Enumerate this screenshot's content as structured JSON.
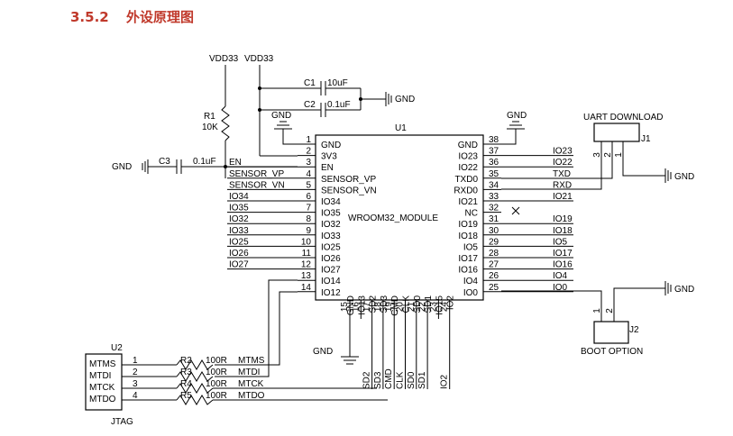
{
  "section": {
    "number": "3.5.2",
    "title": "外设原理图"
  },
  "power": {
    "vdd_left": "VDD33",
    "vdd_right": "VDD33",
    "gnd": "GND"
  },
  "passives": {
    "r1": {
      "ref": "R1",
      "value": "10K"
    },
    "c1": {
      "ref": "C1",
      "value": "10uF"
    },
    "c2": {
      "ref": "C2",
      "value": "0.1uF"
    },
    "c3": {
      "ref": "C3",
      "value": "0.1uF"
    }
  },
  "u1": {
    "ref": "U1",
    "name": "WROOM32_MODULE",
    "left_pins": [
      {
        "num": "1",
        "name": "GND",
        "net": ""
      },
      {
        "num": "2",
        "name": "3V3",
        "net": ""
      },
      {
        "num": "3",
        "name": "EN",
        "net": "EN"
      },
      {
        "num": "4",
        "name": "SENSOR_VP",
        "net": "SENSOR_VP"
      },
      {
        "num": "5",
        "name": "SENSOR_VN",
        "net": "SENSOR_VN"
      },
      {
        "num": "6",
        "name": "IO34",
        "net": "IO34"
      },
      {
        "num": "7",
        "name": "IO35",
        "net": "IO35"
      },
      {
        "num": "8",
        "name": "IO32",
        "net": "IO32"
      },
      {
        "num": "9",
        "name": "IO33",
        "net": "IO33"
      },
      {
        "num": "10",
        "name": "IO25",
        "net": "IO25"
      },
      {
        "num": "11",
        "name": "IO26",
        "net": "IO26"
      },
      {
        "num": "12",
        "name": "IO27",
        "net": "IO27"
      },
      {
        "num": "13",
        "name": "IO14",
        "net": ""
      },
      {
        "num": "14",
        "name": "IO12",
        "net": ""
      }
    ],
    "right_pins": [
      {
        "num": "38",
        "name": "GND",
        "net": ""
      },
      {
        "num": "37",
        "name": "IO23",
        "net": "IO23"
      },
      {
        "num": "36",
        "name": "IO22",
        "net": "IO22"
      },
      {
        "num": "35",
        "name": "TXD0",
        "net": "TXD"
      },
      {
        "num": "34",
        "name": "RXD0",
        "net": "RXD"
      },
      {
        "num": "33",
        "name": "IO21",
        "net": "IO21"
      },
      {
        "num": "32",
        "name": "NC",
        "net": ""
      },
      {
        "num": "31",
        "name": "IO19",
        "net": "IO19"
      },
      {
        "num": "30",
        "name": "IO18",
        "net": "IO18"
      },
      {
        "num": "29",
        "name": "IO5",
        "net": "IO5"
      },
      {
        "num": "28",
        "name": "IO17",
        "net": "IO17"
      },
      {
        "num": "27",
        "name": "IO16",
        "net": "IO16"
      },
      {
        "num": "26",
        "name": "IO4",
        "net": "IO4"
      },
      {
        "num": "25",
        "name": "IO0",
        "net": "IO0"
      }
    ],
    "bottom_pins": [
      {
        "num": "15",
        "name": "GND",
        "net": ""
      },
      {
        "num": "16",
        "name": "IO13",
        "net": ""
      },
      {
        "num": "17",
        "name": "SD2",
        "net": "SD2"
      },
      {
        "num": "18",
        "name": "SD3",
        "net": "SD3"
      },
      {
        "num": "19",
        "name": "CMD",
        "net": "CMD"
      },
      {
        "num": "20",
        "name": "CLK",
        "net": "CLK"
      },
      {
        "num": "21",
        "name": "SD0",
        "net": "SD0"
      },
      {
        "num": "22",
        "name": "SD1",
        "net": "SD1"
      },
      {
        "num": "23",
        "name": "IO15",
        "net": ""
      },
      {
        "num": "24",
        "name": "IO2",
        "net": "IO2"
      }
    ]
  },
  "j1": {
    "ref": "J1",
    "title": "UART DOWNLOAD",
    "pins": [
      "3",
      "2",
      "1"
    ]
  },
  "j2": {
    "ref": "J2",
    "title": "BOOT OPTION",
    "pins": [
      "1",
      "2"
    ]
  },
  "u2": {
    "ref": "U2",
    "label": "JTAG",
    "pins": [
      {
        "num": "1",
        "name": "MTMS",
        "res": "R2",
        "val": "100R",
        "net": "MTMS"
      },
      {
        "num": "2",
        "name": "MTDI",
        "res": "R3",
        "val": "100R",
        "net": "MTDI"
      },
      {
        "num": "3",
        "name": "MTCK",
        "res": "R4",
        "val": "100R",
        "net": "MTCK"
      },
      {
        "num": "4",
        "name": "MTDO",
        "res": "R5",
        "val": "100R",
        "net": "MTDO"
      }
    ]
  }
}
